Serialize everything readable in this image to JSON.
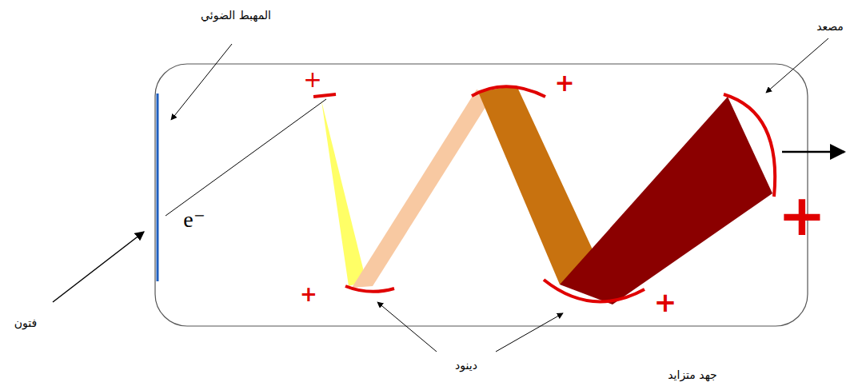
{
  "diagram": {
    "labels": [
      "المهبط الضوئي",
      "مصعد",
      "+",
      "+",
      "e⁻",
      "+",
      "فتون",
      "+",
      "+",
      "دينود",
      "جهد متزايد"
    ]
  }
}
